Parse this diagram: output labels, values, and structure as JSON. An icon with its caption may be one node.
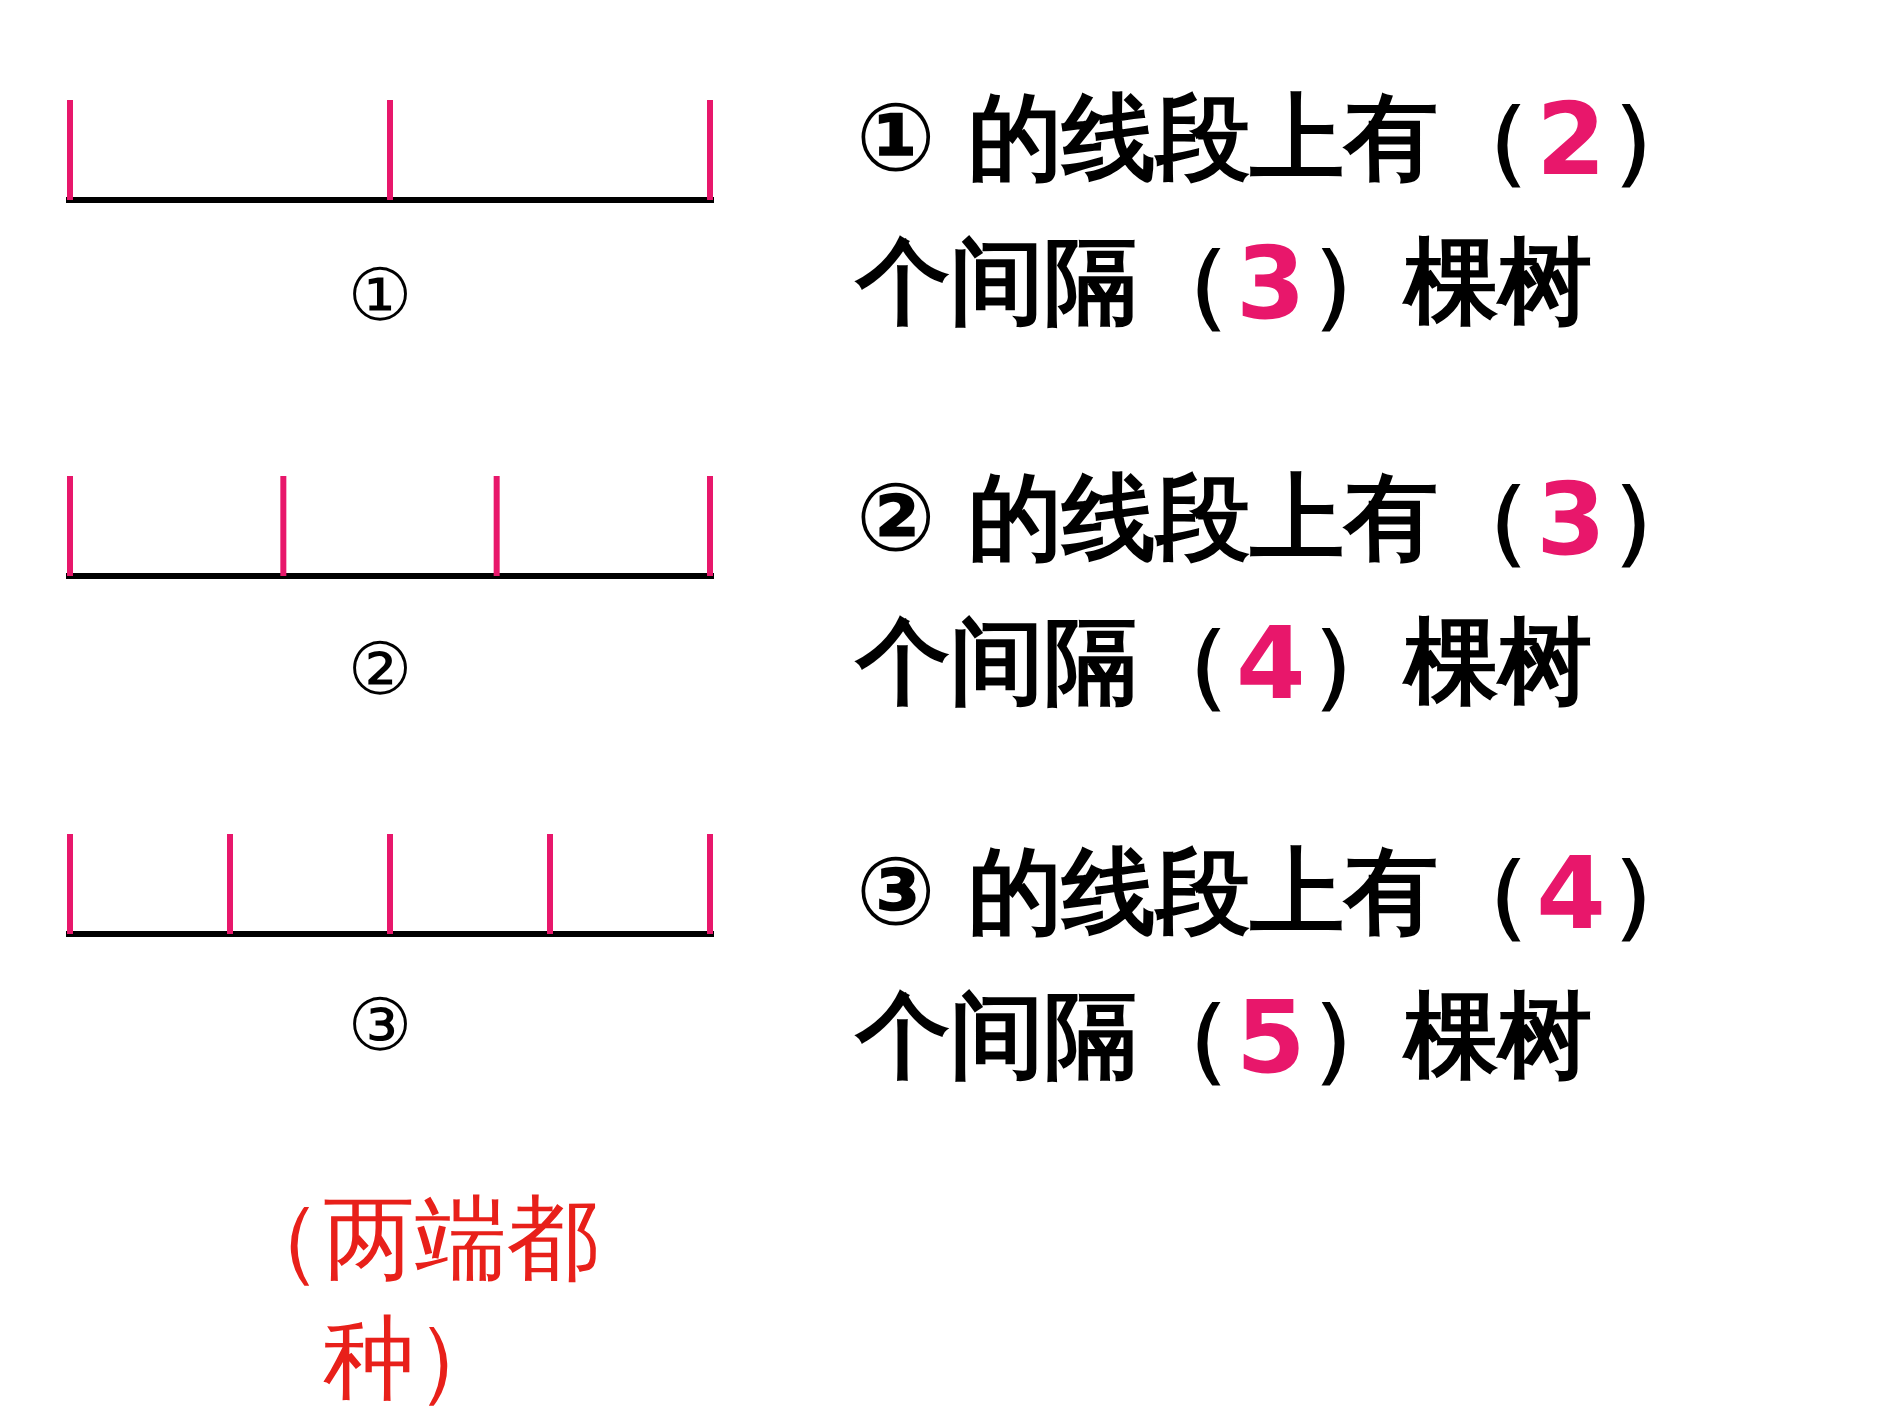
{
  "diagram": {
    "labels": [
      "① 的线段上有（",
      "2",
      "）",
      "个间隔（",
      "3",
      "）棵树",
      "①",
      "② 的线段上有（",
      "3",
      "）",
      "个间隔（",
      "4",
      "）棵树",
      "②",
      "③ 的线段上有（",
      "4",
      "）",
      "个间隔（",
      "5",
      "）棵树",
      "③",
      "（两端都种）"
    ]
  }
}
